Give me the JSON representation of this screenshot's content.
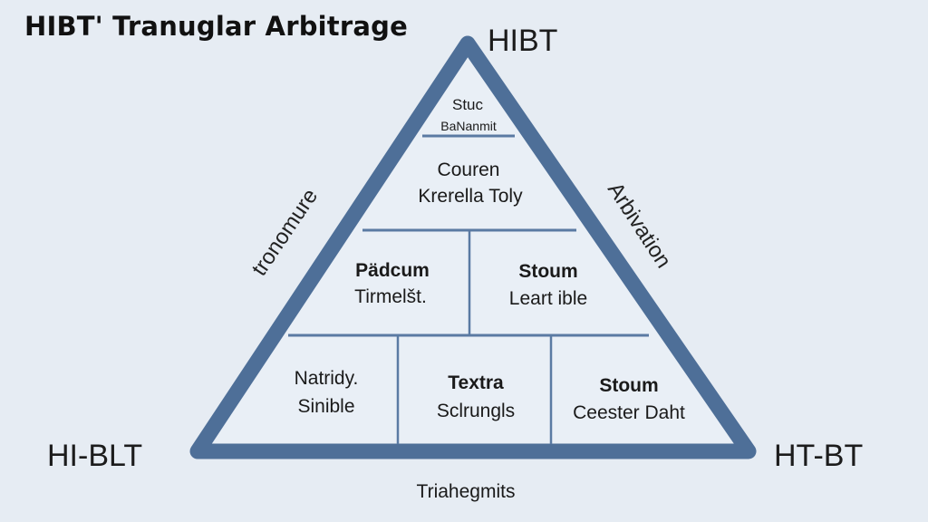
{
  "title": "HIBT' Tranuglar Arbitrage",
  "vertices": {
    "top": "HIBT",
    "left": "HI-BLT",
    "right": "HT-BT"
  },
  "sides": {
    "left": "tronomure",
    "right": "Arbivation",
    "bottom": "Triahegmits"
  },
  "tiers": {
    "top": {
      "line1": "Stuc",
      "line2": "BaNanmit"
    },
    "second": {
      "line1": "Couren",
      "line2": "Krerella Toly"
    },
    "third": [
      {
        "line1": "Pädcum",
        "line2": "Tirmelšt."
      },
      {
        "line1": "Stoum",
        "line2": "Leart ible"
      }
    ],
    "bottom": [
      {
        "line1": "Natridy.",
        "line2": "Sinible"
      },
      {
        "line1": "Textra",
        "line2": "Sclrungls"
      },
      {
        "line1": "Stoum",
        "line2": "Ceester Daht"
      }
    ]
  },
  "colors": {
    "triangle_outline": "#4e6f98",
    "cell_fill": "#e9eff6",
    "divider": "#5a7aa3"
  }
}
